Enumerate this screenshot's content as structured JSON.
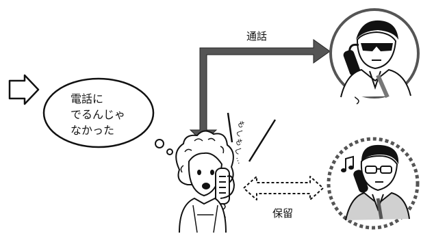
{
  "labels": {
    "call": "通話",
    "hold": "保留"
  },
  "speech_bubble": {
    "lines": [
      "電話に",
      "でるんじゃ",
      "なかった"
    ]
  },
  "side_text": {
    "chars": [
      "も",
      "し",
      "も",
      "し",
      "…"
    ]
  }
}
